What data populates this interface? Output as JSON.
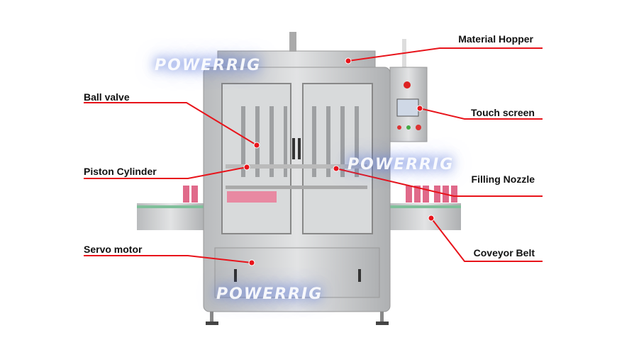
{
  "labels": {
    "material_hopper": "Material Hopper",
    "ball_valve": "Ball valve",
    "touch_screen": "Touch screen",
    "piston_cylinder": "Piston Cylinder",
    "filling_nozzle": "Filling Nozzle",
    "servo_motor": "Servo motor",
    "conveyor_belt": "Coveyor Belt"
  },
  "watermark": "POWERRIG",
  "colors": {
    "leader": "#e8141b",
    "steel": "#c9cacb"
  }
}
